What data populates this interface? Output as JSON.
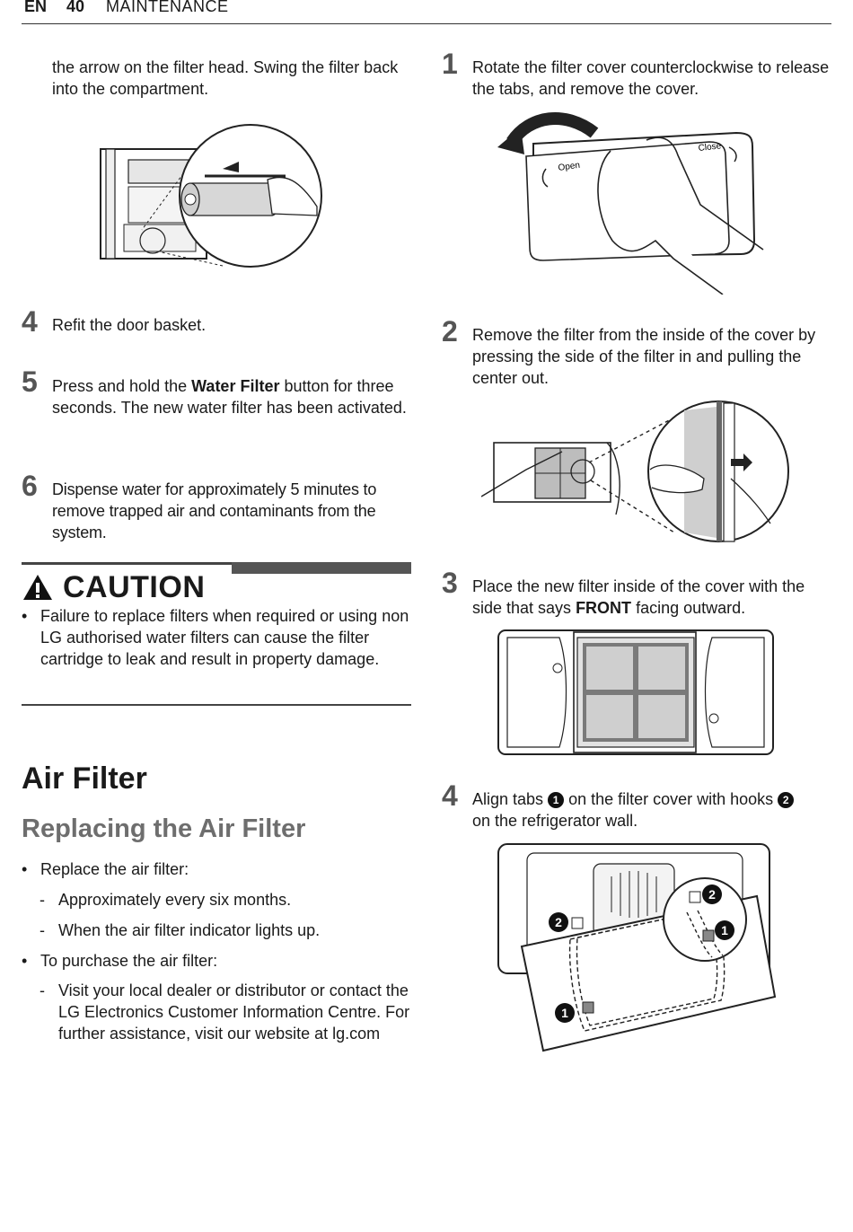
{
  "header": {
    "lang": "EN",
    "page": "40",
    "section": "MAINTENANCE"
  },
  "left": {
    "cont_text": "the arrow on the filter head. Swing the filter back into the compartment.",
    "steps": [
      {
        "num": "4",
        "text": "Refit the door basket."
      },
      {
        "num": "5",
        "pre": "Press and hold the ",
        "bold": "Water Filter",
        "post": " button for three seconds. The new water filter has been activated."
      },
      {
        "num": "6",
        "text": "Dispense water for approximately 5 minutes to remove trapped air and contaminants from the system."
      }
    ],
    "caution": {
      "title": "CAUTION",
      "bullet": "Failure to replace filters when required or using non LG authorised water filters can cause the filter cartridge to leak and result in property damage."
    },
    "air_filter": {
      "heading": "Air Filter",
      "subheading": "Replacing the Air Filter",
      "b1": "Replace the air filter:",
      "d1": "Approximately every six months.",
      "d2": "When the air filter indicator lights up.",
      "b2": "To purchase the air filter:",
      "d3": "Visit your local dealer or distributor or contact the LG Electronics Customer Information Centre. For further assistance, visit our website at lg.com"
    }
  },
  "right": {
    "steps": [
      {
        "num": "1",
        "text": "Rotate the filter cover counterclockwise to release the tabs, and remove the cover."
      },
      {
        "num": "2",
        "text": "Remove the filter from the inside of the cover by pressing the side of the filter in and pulling the center out."
      },
      {
        "num": "3",
        "pre": "Place the new filter inside of the cover with the side that says ",
        "bold": "FRONT",
        "post": " facing outward."
      },
      {
        "num": "4",
        "pre": "Align tabs ",
        "mid": " on the filter cover with hooks ",
        "post": " on the refrigerator wall.",
        "tab_mark": "1",
        "hook_mark": "2"
      }
    ],
    "fig1_labels": {
      "open": "Open",
      "close": "Close"
    },
    "fig4_labels": {
      "tab": "1",
      "hook": "2"
    }
  },
  "bullet_char": "•",
  "dash_char": "-"
}
